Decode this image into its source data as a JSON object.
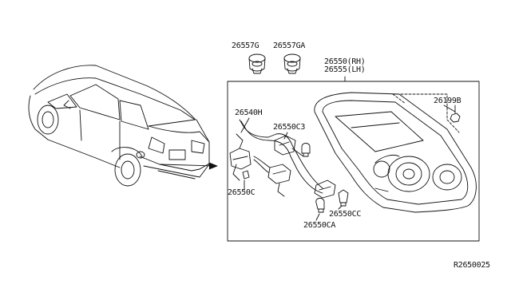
{
  "callouts": {
    "p26557g": "26557G",
    "p26557ga": "26557GA",
    "p26550_rh": "26550(RH)",
    "p26555_lh": "26555(LH)",
    "p26199b": "26199B",
    "p26540h": "26540H",
    "p26550c3": "26550C3",
    "p26550c": "26550C",
    "p26550cc": "26550CC",
    "p26550ca": "26550CA"
  },
  "diagram_code": "R2650025"
}
